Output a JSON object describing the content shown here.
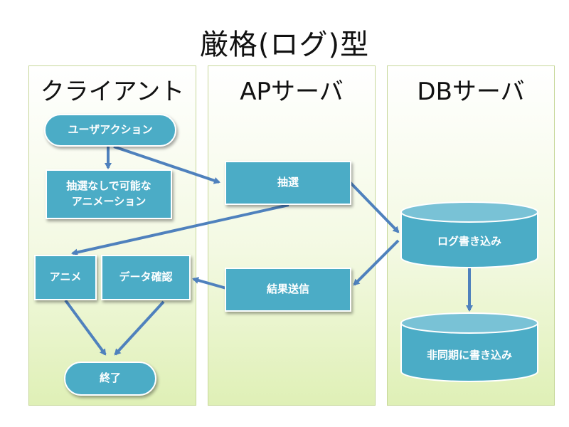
{
  "title": "厳格(ログ)型",
  "lanes": {
    "client": "クライアント",
    "ap": "APサーバ",
    "db": "DBサーバ"
  },
  "nodes": {
    "user_action": "ユーザアクション",
    "anim_without_lottery": "抽選なしで可能な\nアニメーション",
    "anime": "アニメ",
    "data_check": "データ確認",
    "end": "終了",
    "lottery": "抽選",
    "send_result": "結果送信",
    "log_write": "ログ書き込み",
    "async_write": "非同期に書き込み"
  },
  "colors": {
    "node_fill": "#4bacc6",
    "arrow": "#4f81bd",
    "lane_border": "#c7d79a"
  }
}
